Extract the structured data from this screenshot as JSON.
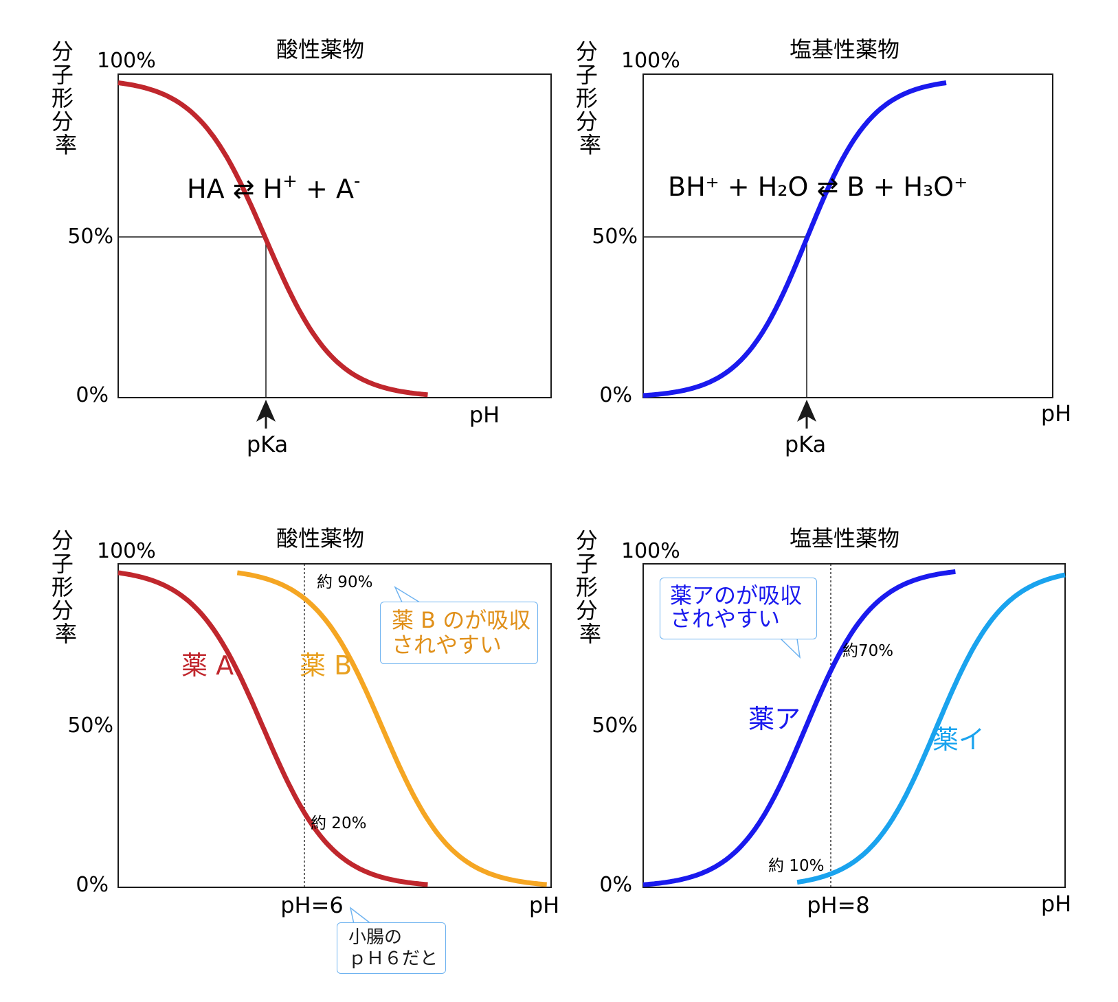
{
  "colors": {
    "drug_a": "#c0272d",
    "drug_b": "#f5a623",
    "drug_a_text": "#c0272d",
    "drug_b_text": "#e8a020",
    "drug_ka": "#1a1aee",
    "drug_i": "#1aa3ee",
    "callout_border": "#6fb3f0",
    "callout_b_text": "#e0901a",
    "callout_ka_text": "#1a1aee",
    "axis": "#1a1a1a"
  },
  "chart_data": [
    {
      "type": "line",
      "title": "酸性薬物",
      "ylabel": "分子形分率",
      "xlabel": "pH",
      "yticks": [
        "100%",
        "50%",
        "0%"
      ],
      "ylim": [
        0,
        100
      ],
      "xlim": [
        0,
        10
      ],
      "equation": {
        "main": "HA ⇄ H",
        "sup1": "+",
        "mid": " + A",
        "sup2": "-"
      },
      "marker_label": "pKa",
      "series": [
        {
          "name": "",
          "color_key": "drug_a",
          "kind": "acid",
          "center": 3.4,
          "slope": 1.25,
          "x_start": 0,
          "x_end": 7.15
        }
      ],
      "guide": {
        "x": 3.4,
        "y": 50
      }
    },
    {
      "type": "line",
      "title": "塩基性薬物",
      "ylabel": "分子形分率",
      "xlabel": "pH",
      "yticks": [
        "100%",
        "50%",
        "0%"
      ],
      "ylim": [
        0,
        100
      ],
      "xlim": [
        0,
        10
      ],
      "equation": "BH⁺ + H₂O ⇄ B + H₃O⁺",
      "marker_label": "pKa",
      "series": [
        {
          "name": "",
          "color_key": "drug_ka",
          "kind": "base",
          "center": 4.0,
          "slope": 1.25,
          "x_start": 0,
          "x_end": 7.4
        }
      ],
      "guide": {
        "x": 4.0,
        "y": 50
      }
    },
    {
      "type": "line",
      "title": "酸性薬物",
      "ylabel": "分子形分率",
      "xlabel": "pH",
      "yticks": [
        "100%",
        "50%",
        "0%"
      ],
      "ylim": [
        0,
        100
      ],
      "xlim": [
        0,
        10
      ],
      "ph_label": "pH=6",
      "ph_line": 4.3,
      "series": [
        {
          "name": "薬 A",
          "color_key": "drug_a",
          "kind": "acid",
          "center": 3.35,
          "slope": 1.25,
          "x_start": 0,
          "x_end": 7.15
        },
        {
          "name": "薬 B",
          "color_key": "drug_b",
          "kind": "acid",
          "center": 6.1,
          "slope": 1.25,
          "x_start": 2.75,
          "x_end": 9.9
        }
      ],
      "annotations": [
        {
          "text": "約 90%",
          "value": 90
        },
        {
          "text": "約 20%",
          "value": 20
        }
      ],
      "callouts": {
        "b": [
          "薬 B のが吸収",
          "されやすい"
        ],
        "ph": [
          "小腸の",
          "ｐＨ６だと"
        ]
      }
    },
    {
      "type": "line",
      "title": "塩基性薬物",
      "ylabel": "分子形分率",
      "xlabel": "pH",
      "yticks": [
        "100%",
        "50%",
        "0%"
      ],
      "ylim": [
        0,
        100
      ],
      "xlim": [
        0,
        10
      ],
      "ph_label": "pH=8",
      "ph_line": 4.5,
      "series": [
        {
          "name": "薬ア",
          "color_key": "drug_ka",
          "kind": "base",
          "center": 3.85,
          "slope": 1.25,
          "x_start": 0,
          "x_end": 7.4
        },
        {
          "name": "薬イ",
          "color_key": "drug_i",
          "kind": "base",
          "center": 6.95,
          "slope": 1.25,
          "x_start": 3.65,
          "x_end": 10
        }
      ],
      "annotations": [
        {
          "text": "約70%",
          "value": 70
        },
        {
          "text": "約 10%",
          "value": 10
        }
      ],
      "callouts": {
        "ka": [
          "薬アのが吸収",
          "されやすい"
        ]
      }
    }
  ]
}
